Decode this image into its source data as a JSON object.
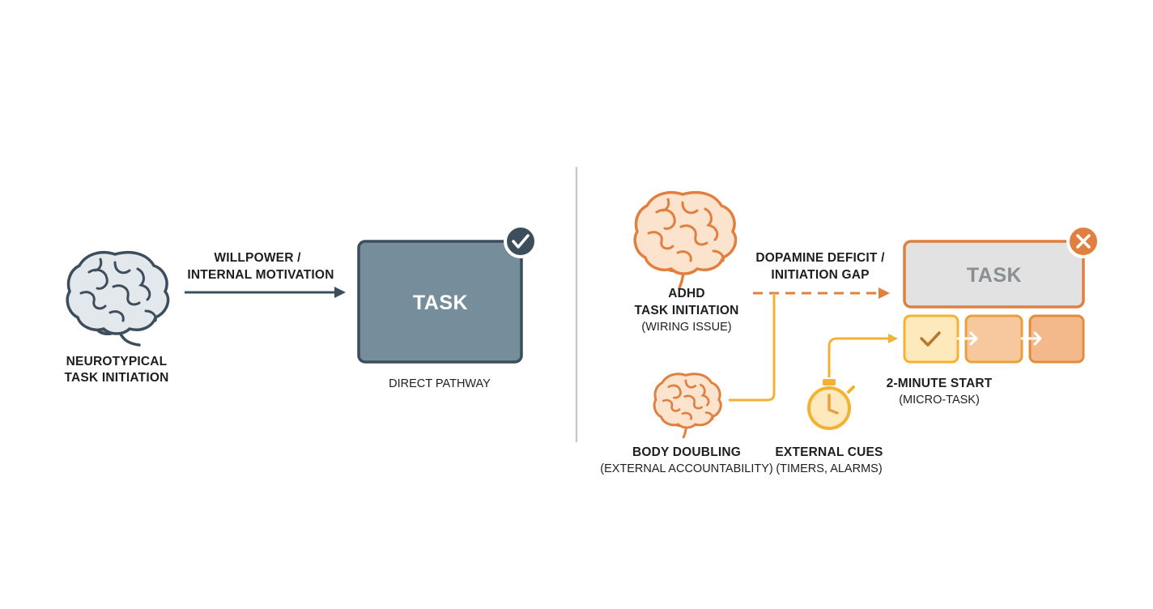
{
  "left": {
    "brain_label_line1": "NEUROTYPICAL",
    "brain_label_line2": "TASK INITIATION",
    "arrow_label_line1": "WILLPOWER /",
    "arrow_label_line2": "INTERNAL MOTIVATION",
    "task_label": "TASK",
    "pathway_label": "DIRECT PATHWAY"
  },
  "right": {
    "adhd_label_line1": "ADHD",
    "adhd_label_line2": "TASK INITIATION",
    "adhd_label_line3": "(WIRING ISSUE)",
    "gap_label_line1": "DOPAMINE DEFICIT /",
    "gap_label_line2": "INITIATION GAP",
    "task_label": "TASK",
    "micro_label_line1": "2-MINUTE START",
    "micro_label_line2": "(MICRO-TASK)",
    "body_doubling_line1": "BODY DOUBLING",
    "body_doubling_line2": "(EXTERNAL ACCOUNTABILITY)",
    "cues_line1": "EXTERNAL CUES",
    "cues_line2": "(TIMERS, ALARMS)"
  },
  "colors": {
    "slate": "#3c4d5c",
    "task_fill": "#768d9b",
    "brain_grey_fill": "#e3e8ec",
    "orange": "#e07f3e",
    "orange_fill": "#fbe3ce",
    "amber": "#f2b233",
    "amber_fill": "#fde9bc",
    "grey_task_fill": "#e2e2e2"
  },
  "icons": {
    "neurotypical_brain": "brain-icon",
    "adhd_brain": "brain-icon",
    "body_doubling_brain": "brain-icon",
    "success_badge": "check-icon",
    "fail_badge": "close-icon",
    "timer": "stopwatch-icon"
  }
}
